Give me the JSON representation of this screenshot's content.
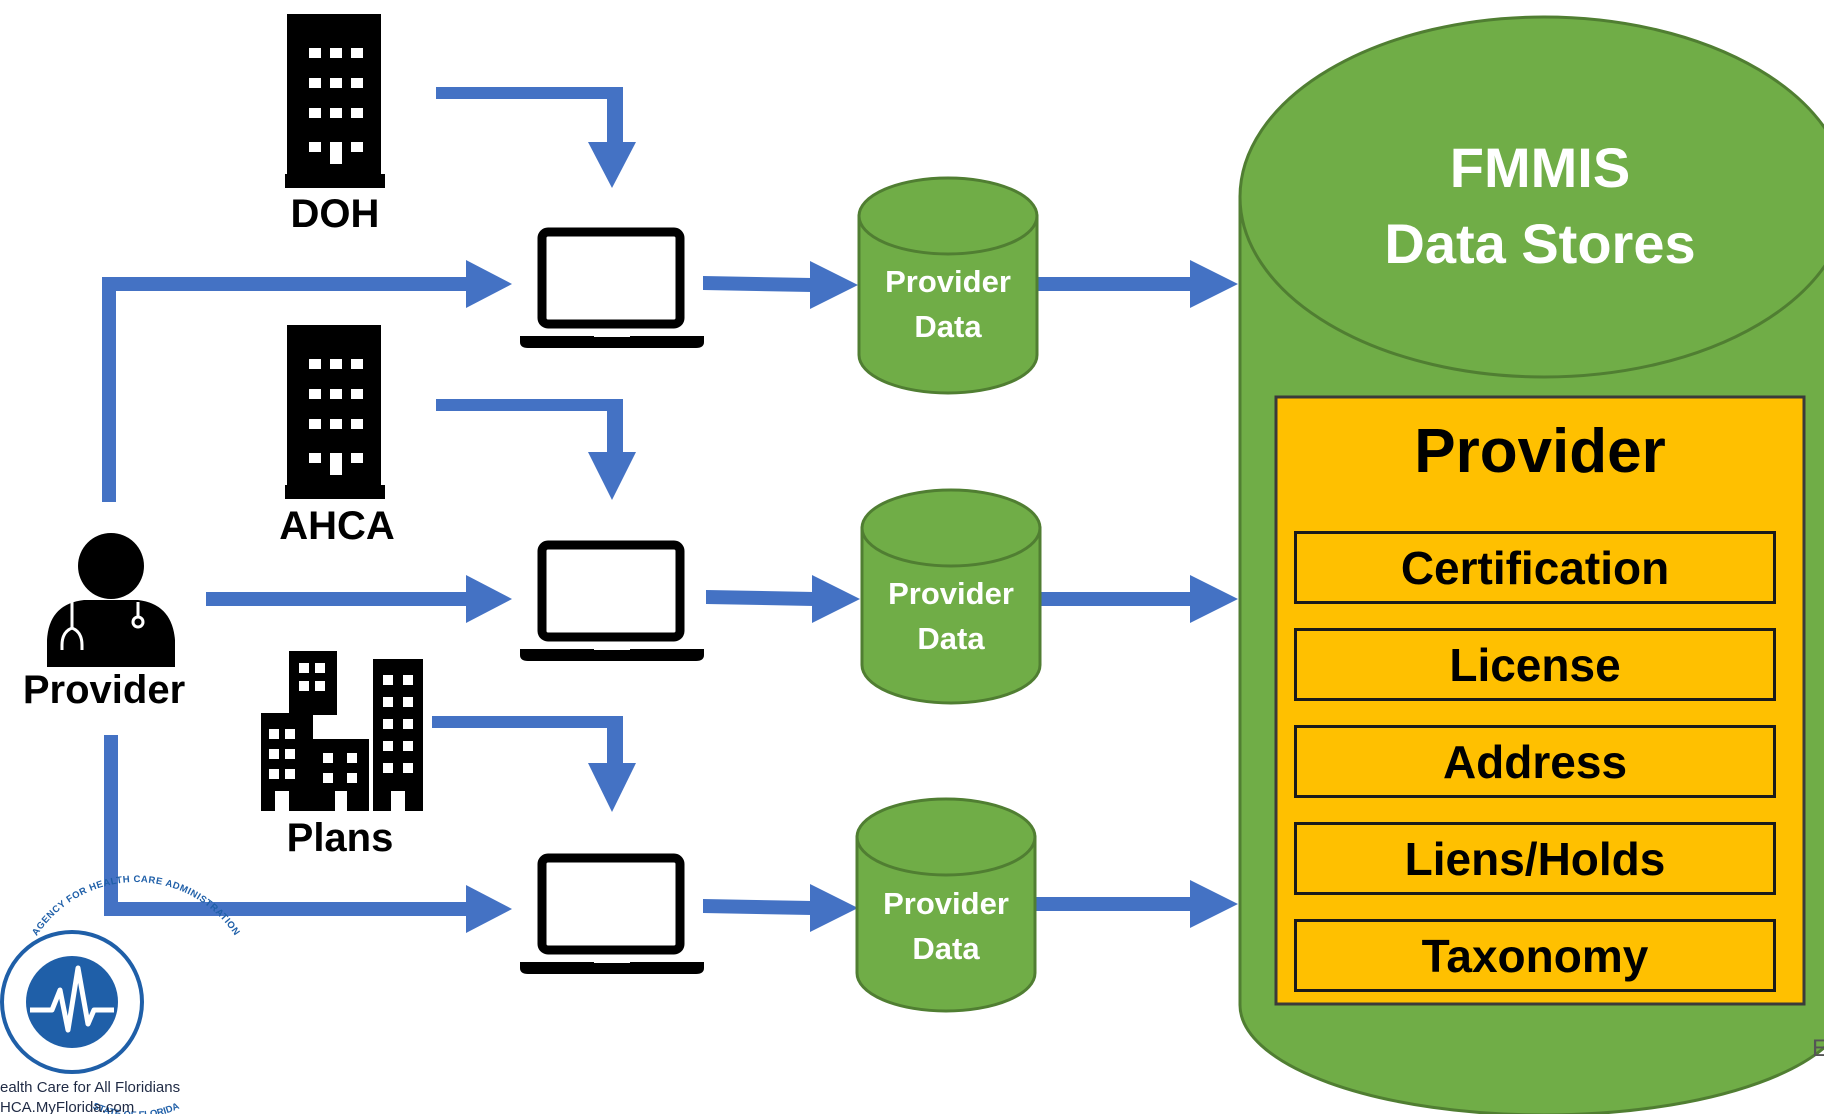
{
  "colors": {
    "arrow": "#4472c4",
    "cylinder_fill": "#70ad47",
    "cylinder_stroke": "#507e32",
    "entity_fill": "#ffc000",
    "icon": "#000000",
    "logo_blue": "#1f5fa8"
  },
  "sources": {
    "doh": {
      "label": "DOH",
      "icon": "building-icon"
    },
    "ahca": {
      "label": "AHCA",
      "icon": "building-icon"
    },
    "plans": {
      "label": "Plans",
      "icon": "city-buildings-icon"
    }
  },
  "provider": {
    "label": "Provider",
    "icon": "doctor-icon"
  },
  "portals": [
    {
      "icon": "laptop-icon"
    },
    {
      "icon": "laptop-icon"
    },
    {
      "icon": "laptop-icon"
    }
  ],
  "provider_data_stores": [
    {
      "line1": "Provider",
      "line2": "Data"
    },
    {
      "line1": "Provider",
      "line2": "Data"
    },
    {
      "line1": "Provider",
      "line2": "Data"
    }
  ],
  "fmmis": {
    "title_line1": "FMMIS",
    "title_line2": "Data Stores",
    "entity": {
      "title": "Provider",
      "attributes": [
        "Certification",
        "License",
        "Address",
        "Liens/Holds",
        "Taxonomy"
      ]
    }
  },
  "logo": {
    "icon": "ahca-seal-logo",
    "seal_top_text": "AGENCY FOR HEALTH CARE ADMINISTRATION",
    "seal_bottom_text": "STATE OF FLORIDA",
    "tagline": "ealth Care for All Floridians",
    "url": "HCA.MyFlorida.com"
  },
  "page_mark": "E"
}
